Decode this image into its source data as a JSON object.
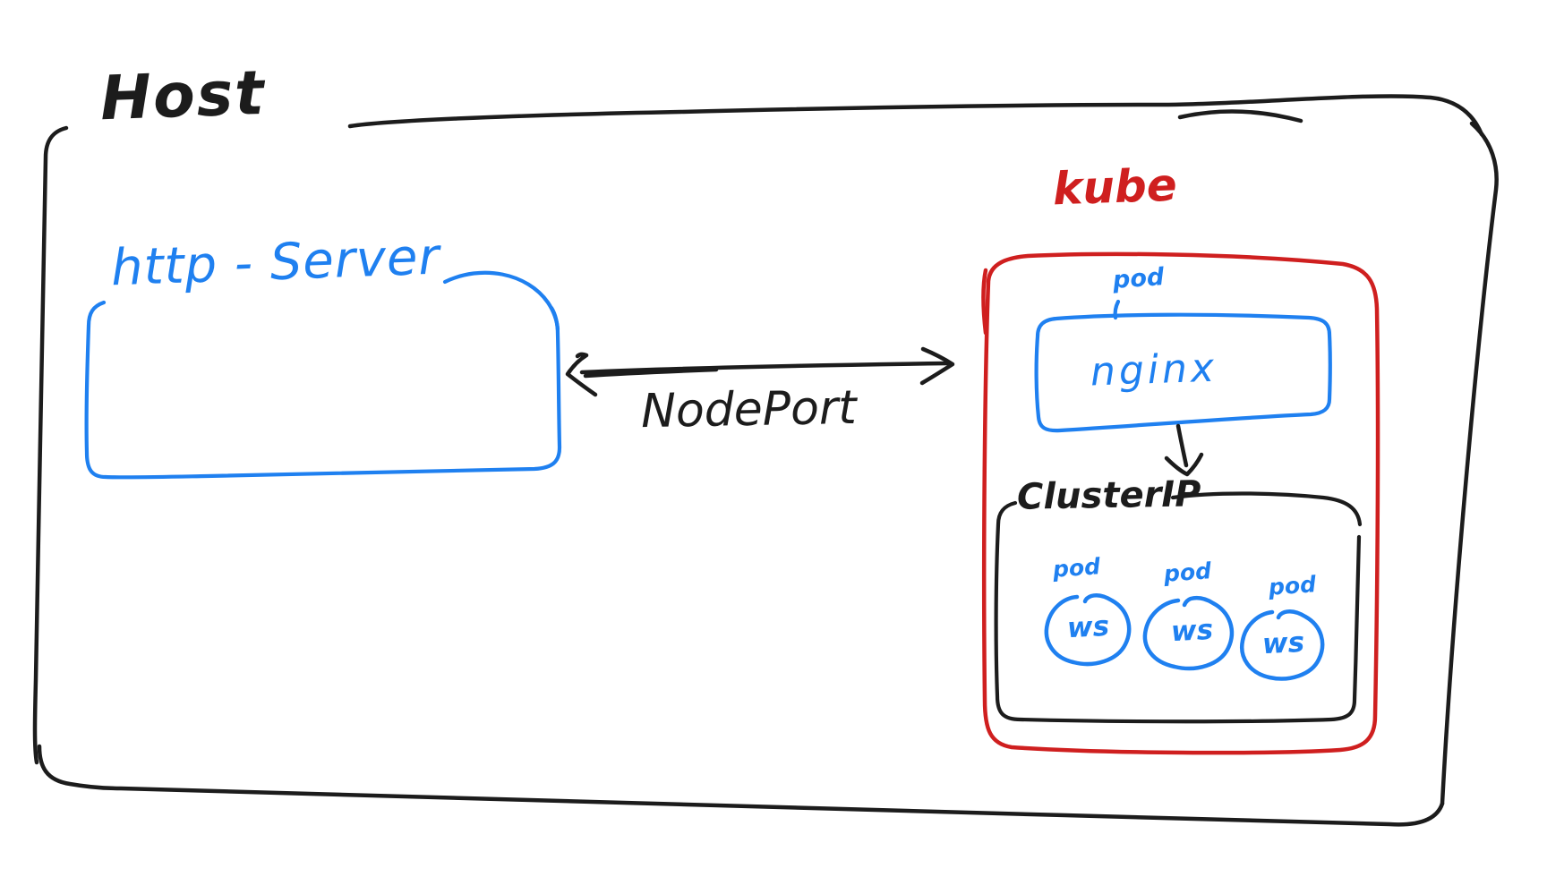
{
  "canvas": {
    "background": "#ffffff"
  },
  "colors": {
    "ink_black": "#1c1c1c",
    "ink_blue": "#1f80f0",
    "ink_red": "#cf1f1f"
  },
  "host": {
    "label": "Host"
  },
  "http_server": {
    "label": "http - Server"
  },
  "connection": {
    "label": "NodePort",
    "arrow": "double-headed"
  },
  "kube": {
    "label": "kube",
    "nginx_pod": {
      "tag": "pod",
      "label": "nginx"
    },
    "nginx_to_clusterip_arrow": "down",
    "cluster_ip": {
      "label": "ClusterIP",
      "pods": [
        {
          "tag": "pod",
          "label": "ws"
        },
        {
          "tag": "pod",
          "label": "ws"
        },
        {
          "tag": "pod",
          "label": "ws"
        }
      ]
    }
  }
}
